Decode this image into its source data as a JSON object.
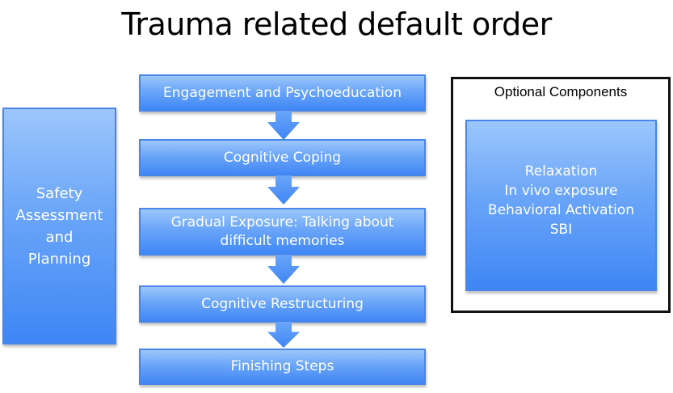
{
  "title": "Trauma related default order",
  "colors": {
    "box_top": "#9cc6fb",
    "box_bottom": "#3f86f5",
    "box_border": "#4a86e8",
    "box_text": "#ffffff",
    "frame": "#111111"
  },
  "side_box": {
    "lines": [
      "Safety",
      "Assessment",
      "and",
      "Planning"
    ]
  },
  "flow": {
    "steps": [
      {
        "label": "Engagement and Psychoeducation"
      },
      {
        "label": "Cognitive Coping"
      },
      {
        "label_line1": "Gradual Exposure: Talking about",
        "label_line2": "difficult memories"
      },
      {
        "label": "Cognitive Restructuring"
      },
      {
        "label": "Finishing Steps"
      }
    ],
    "connector_icon": "down-arrow-icon"
  },
  "optional": {
    "title": "Optional Components",
    "items": [
      "Relaxation",
      "In vivo exposure",
      "Behavioral Activation",
      "SBI"
    ]
  }
}
